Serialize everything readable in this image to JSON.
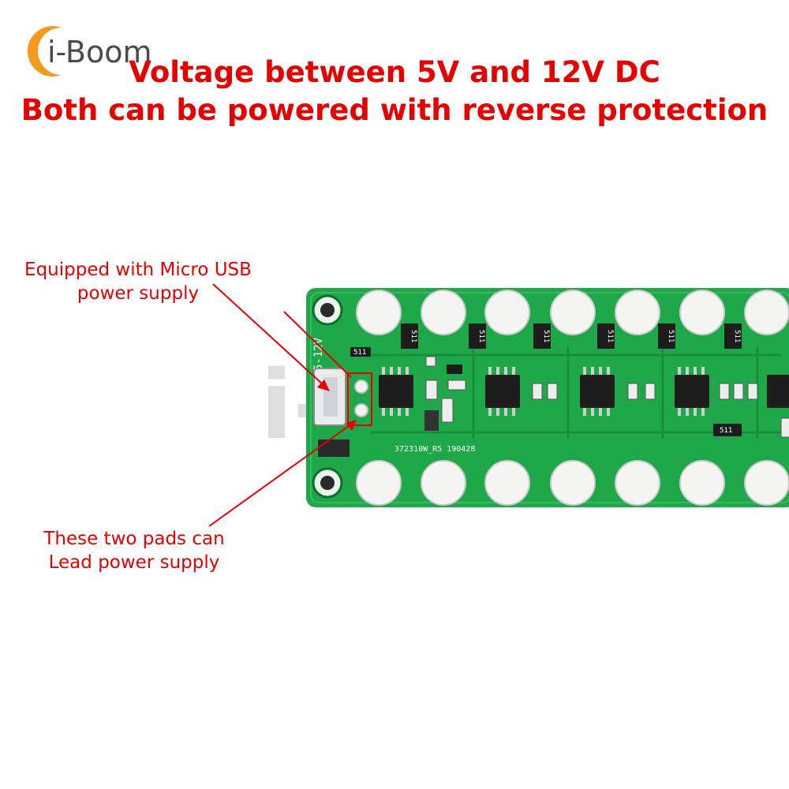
{
  "brand": {
    "logo_text": "i-Boom",
    "logo_color": "#f39a1e",
    "watermark_text": "i-"
  },
  "headline": {
    "line1": "Voltage between 5V and 12V DC",
    "line2": "Both can be powered with reverse protection",
    "color": "#e60000"
  },
  "annotations": {
    "usb_line1": "Equipped with Micro USB",
    "usb_line2": "power supply",
    "pads_line1": "These two pads can",
    "pads_line2": "Lead power supply"
  },
  "board": {
    "color": "#1fa84a",
    "silkscreen_voltage": "5-12V",
    "silkscreen_code": "372310W_R5  190428",
    "resistor_label": "511"
  }
}
